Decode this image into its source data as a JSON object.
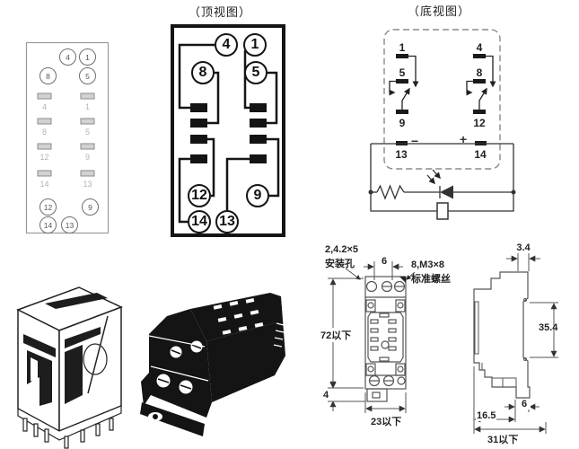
{
  "top_view": {
    "title": "（顶视图）",
    "circles": [
      "4",
      "1",
      "8",
      "5",
      "12",
      "9",
      "14",
      "13"
    ]
  },
  "bottom_view": {
    "title": "（底视图）",
    "left_pins": [
      "1",
      "5",
      "9"
    ],
    "right_pins": [
      "4",
      "8",
      "12"
    ],
    "coil_pins": [
      "13",
      "14"
    ],
    "minus_sign": "−",
    "plus_sign": "+"
  },
  "socket_pin_diagram": {
    "circles": [
      "4",
      "1",
      "8",
      "5",
      "12",
      "9",
      "14",
      "13"
    ],
    "slot_labels": [
      "4",
      "1",
      "8",
      "5",
      "12",
      "9",
      "14",
      "13"
    ]
  },
  "front_dimensions": {
    "mount_hole_note": [
      "2,4.2×5",
      "安装孔"
    ],
    "screw_note": [
      "8,M3×8",
      "标准螺丝"
    ],
    "screw_pitch": "6",
    "body_height": "72以下",
    "tab_height": "4",
    "body_width": "23以下"
  },
  "side_dimensions": {
    "top_tab_width": "3.4",
    "rail_span": "35.4",
    "foot_width": "6",
    "inner_depth": "16.5",
    "overall_depth": "31以下"
  }
}
